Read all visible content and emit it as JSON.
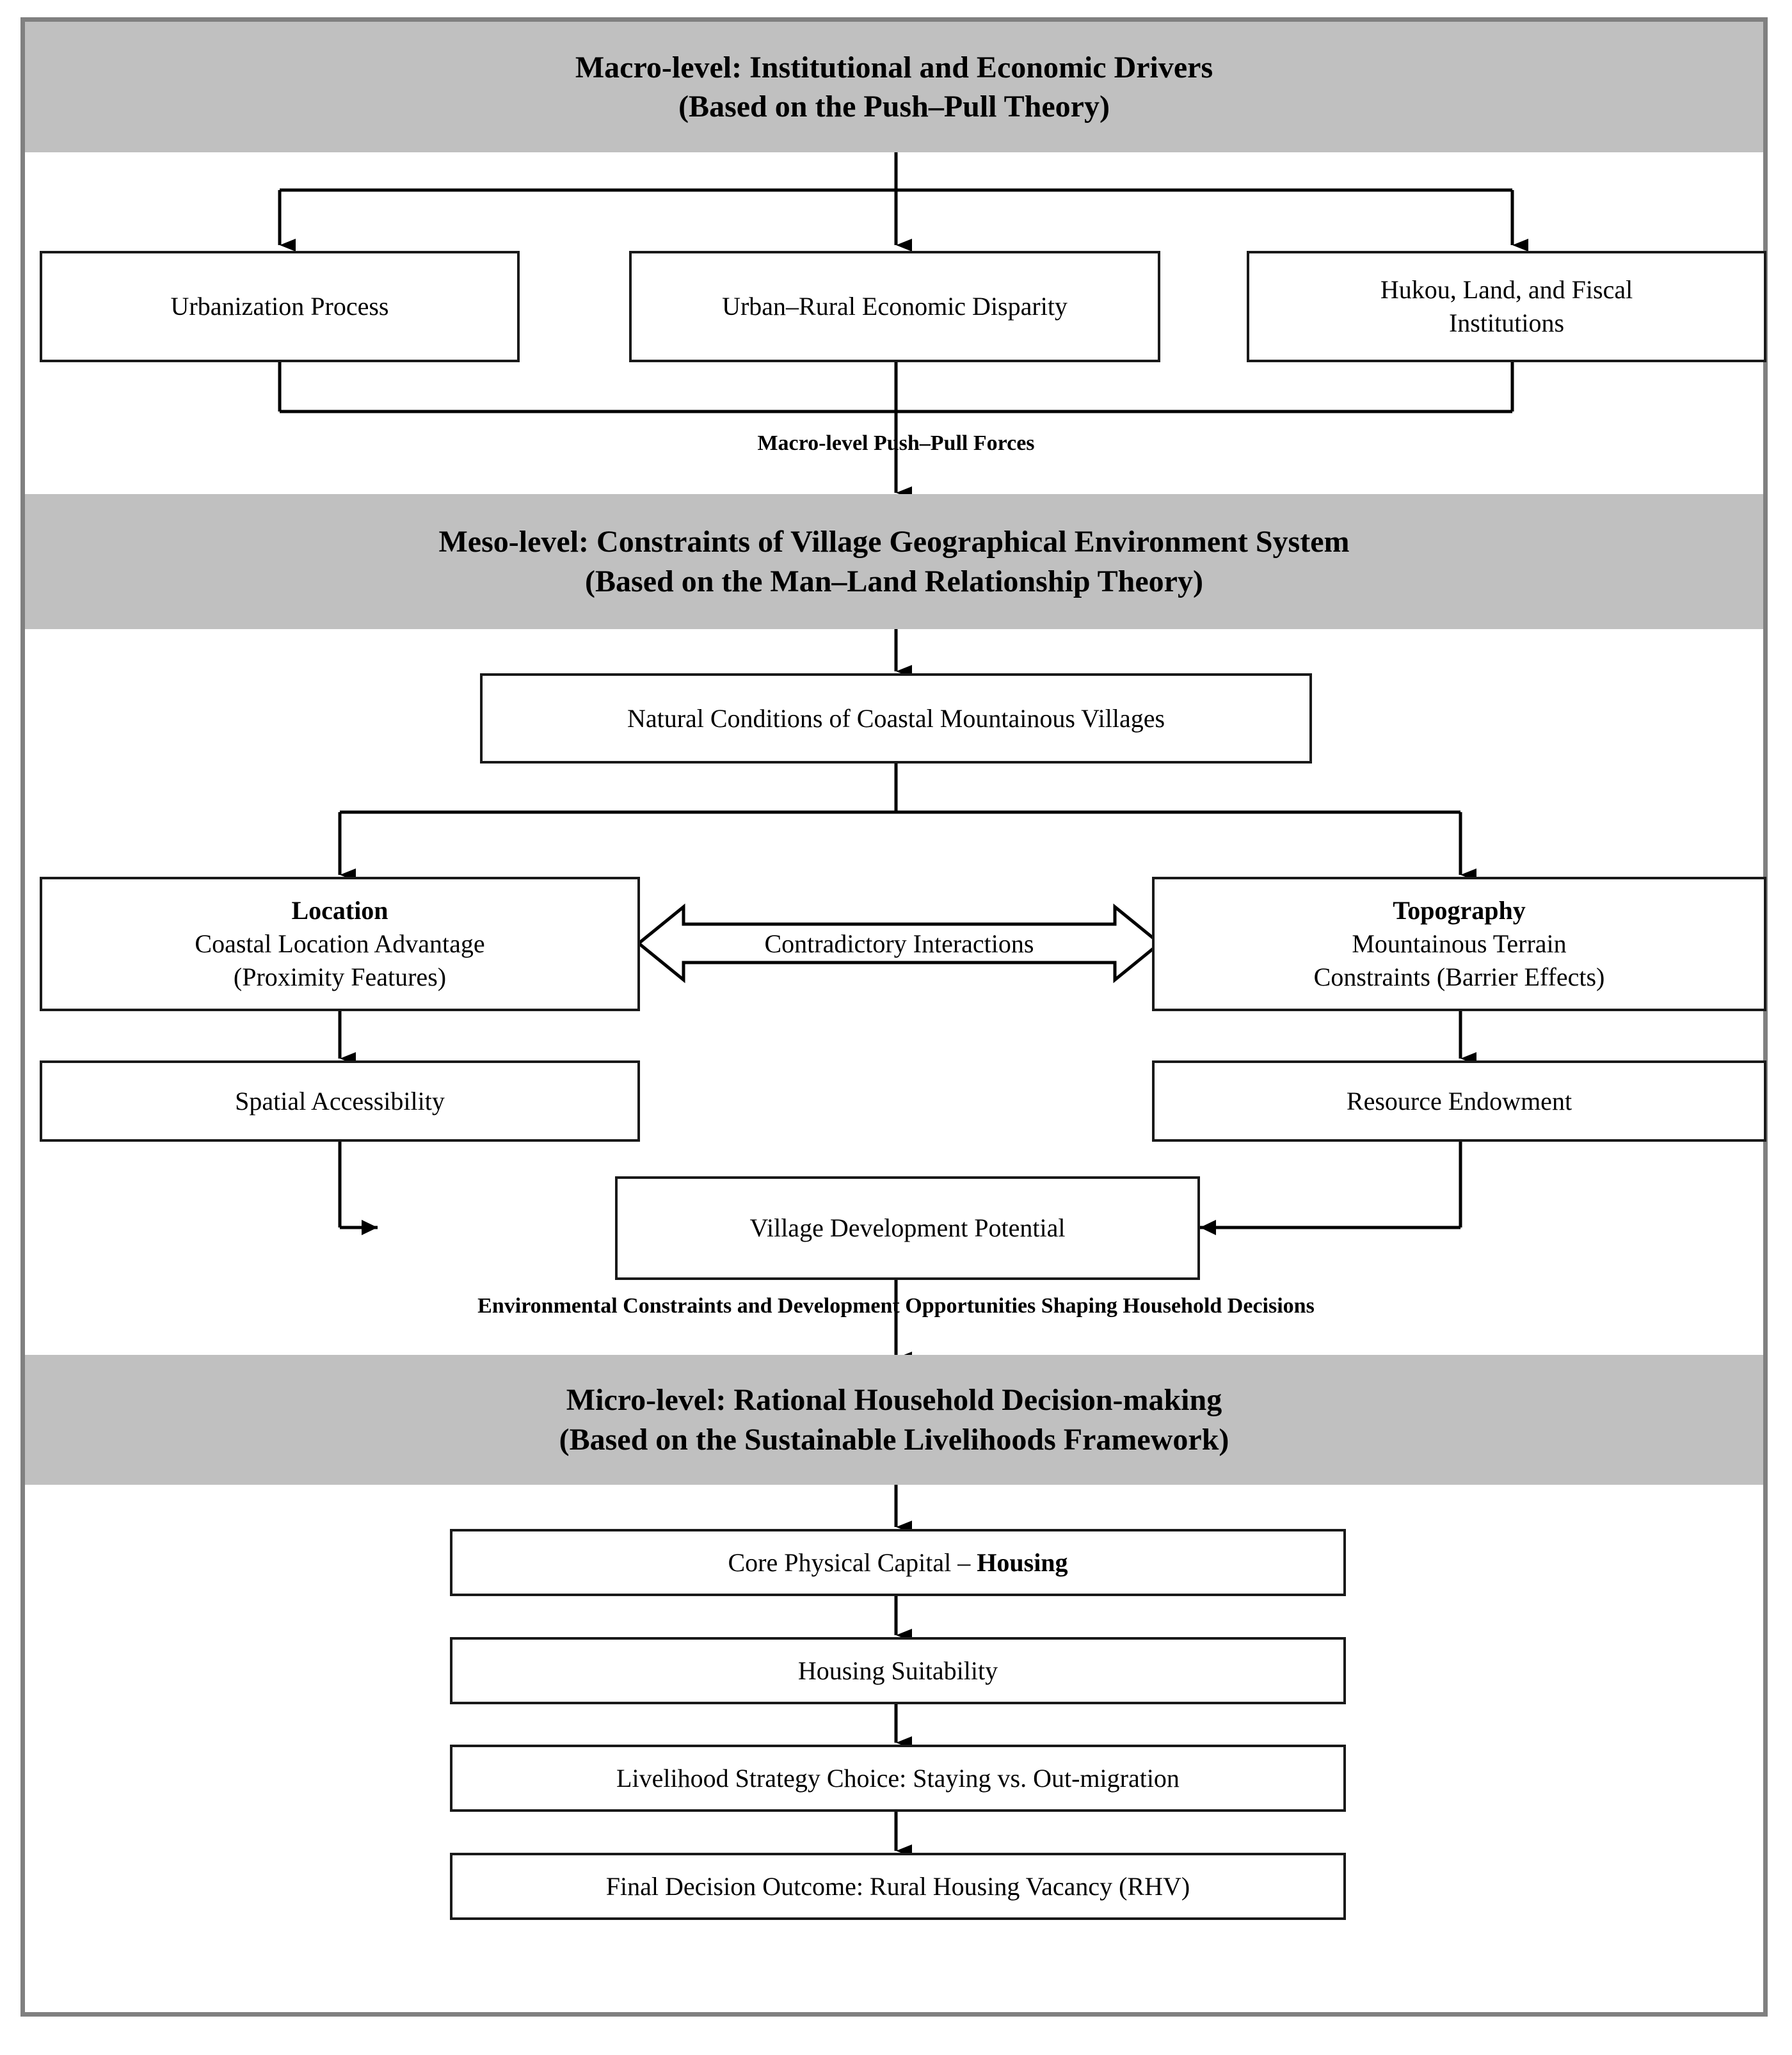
{
  "figure": {
    "type": "flowchart",
    "orientation": "vertical",
    "levels": 3
  },
  "colors": {
    "band_background": "#c0c0c0",
    "frame_border": "#808080",
    "box_border": "#1a1a1a",
    "text": "#000000",
    "page_background": "#ffffff"
  },
  "macro": {
    "band": {
      "line1": "Macro-level: Institutional and Economic Drivers",
      "line2": "(Based on the Push–Pull Theory)"
    },
    "boxes": [
      {
        "id": "urbanization-process",
        "text": "Urbanization Process"
      },
      {
        "id": "urban-rural-economic-disparity",
        "text": "Urban–Rural Economic Disparity"
      },
      {
        "id": "hukou-land-fiscal-institutions",
        "line1": "Hukou, Land, and Fiscal",
        "line2": "Institutions"
      }
    ],
    "connector_label": "Macro-level Push–Pull Forces"
  },
  "meso": {
    "band": {
      "line1": "Meso-level: Constraints of Village Geographical Environment System",
      "line2": "(Based on the Man–Land Relationship Theory)"
    },
    "natural_conditions": "Natural Conditions of Coastal Mountainous Villages",
    "location": {
      "title": "Location",
      "line1": "Coastal Location Advantage",
      "line2": "(Proximity Features)"
    },
    "topography": {
      "title": "Topography",
      "line1": "Mountainous Terrain",
      "line2": "Constraints (Barrier Effects)"
    },
    "interaction_label": "Contradictory Interactions",
    "spatial_accessibility": "Spatial Accessibility",
    "resource_endowment": "Resource Endowment",
    "village_development_potential": "Village Development Potential",
    "connector_label": "Environmental Constraints and Development Opportunities Shaping Household Decisions"
  },
  "micro": {
    "band": {
      "line1": "Micro-level: Rational Household Decision-making",
      "line2": "(Based on the Sustainable Livelihoods Framework)"
    },
    "boxes": [
      {
        "id": "core-physical-capital",
        "prefix": "Core Physical Capital – ",
        "emphasis": "Housing"
      },
      {
        "id": "housing-suitability",
        "text": "Housing Suitability"
      },
      {
        "id": "livelihood-strategy-choice",
        "text": "Livelihood Strategy Choice: Staying vs. Out-migration"
      },
      {
        "id": "final-decision-outcome",
        "text": "Final Decision Outcome: Rural Housing Vacancy (RHV)"
      }
    ]
  }
}
